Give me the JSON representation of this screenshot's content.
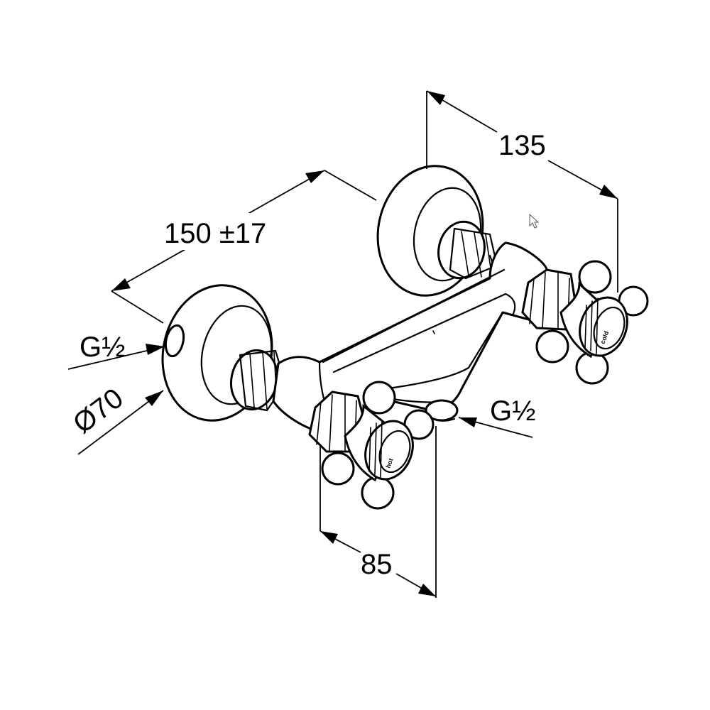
{
  "dimensions": {
    "width_135": "135",
    "distance_150": "150 ±17",
    "thread_left": "G½",
    "rosette_diameter": "Ø70",
    "thread_bottom": "G½",
    "depth_85": "85"
  },
  "knobs": {
    "left_cap_text": "hot",
    "right_cap_text": "cold"
  },
  "colors": {
    "line": "#000000",
    "background": "#ffffff"
  },
  "icons": {
    "cursor": "mouse-pointer-icon"
  }
}
